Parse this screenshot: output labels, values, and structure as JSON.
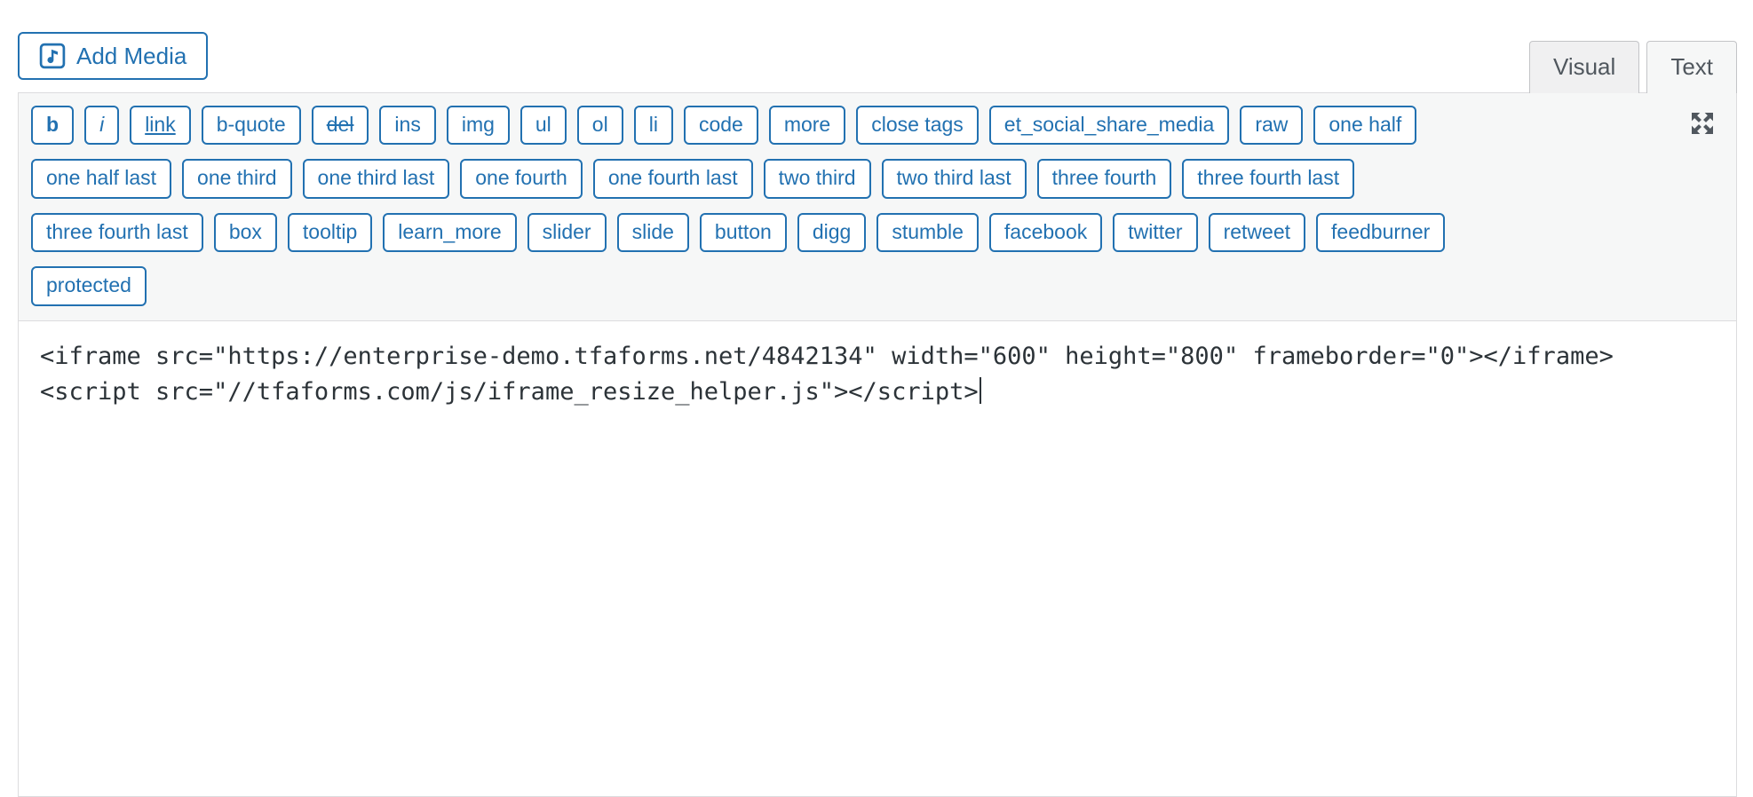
{
  "colors": {
    "accent": "#2271b1",
    "toolbar_bg": "#f6f7f7",
    "border": "#dcdcde",
    "tab_inactive_bg": "#f0f0f1",
    "tab_active_bg": "#f6f7f7",
    "code_text": "#2c3338"
  },
  "media_toolbar": {
    "add_media_label": "Add Media",
    "add_media_icon": "media-note-icon"
  },
  "mode_tabs": [
    {
      "label": "Visual",
      "active": false
    },
    {
      "label": "Text",
      "active": true
    }
  ],
  "quicktags": {
    "fullscreen_icon": "fullscreen-expand-icon",
    "rows": [
      [
        {
          "label": "b",
          "style": "bold"
        },
        {
          "label": "i",
          "style": "italic"
        },
        {
          "label": "link",
          "style": "underline"
        },
        {
          "label": "b-quote"
        },
        {
          "label": "del",
          "style": "strikethrough"
        },
        {
          "label": "ins"
        },
        {
          "label": "img"
        },
        {
          "label": "ul"
        },
        {
          "label": "ol"
        },
        {
          "label": "li"
        },
        {
          "label": "code"
        },
        {
          "label": "more"
        },
        {
          "label": "close tags"
        },
        {
          "label": "et_social_share_media"
        },
        {
          "label": "raw"
        },
        {
          "label": "one half"
        }
      ],
      [
        {
          "label": "one half last"
        },
        {
          "label": "one third"
        },
        {
          "label": "one third last"
        },
        {
          "label": "one fourth"
        },
        {
          "label": "one fourth last"
        },
        {
          "label": "two third"
        },
        {
          "label": "two third last"
        },
        {
          "label": "three fourth"
        },
        {
          "label": "three fourth last"
        }
      ],
      [
        {
          "label": "three fourth last"
        },
        {
          "label": "box"
        },
        {
          "label": "tooltip"
        },
        {
          "label": "learn_more"
        },
        {
          "label": "slider"
        },
        {
          "label": "slide"
        },
        {
          "label": "button"
        },
        {
          "label": "digg"
        },
        {
          "label": "stumble"
        },
        {
          "label": "facebook"
        },
        {
          "label": "twitter"
        },
        {
          "label": "retweet"
        },
        {
          "label": "feedburner"
        }
      ],
      [
        {
          "label": "protected"
        }
      ]
    ]
  },
  "editor": {
    "cursor_visible": true,
    "lines": [
      "<iframe src=\"https://enterprise-demo.tfaforms.net/4842134\" width=\"600\" height=\"800\" frameborder=\"0\"></iframe>",
      "<script src=\"//tfaforms.com/js/iframe_resize_helper.js\"></script>"
    ]
  }
}
